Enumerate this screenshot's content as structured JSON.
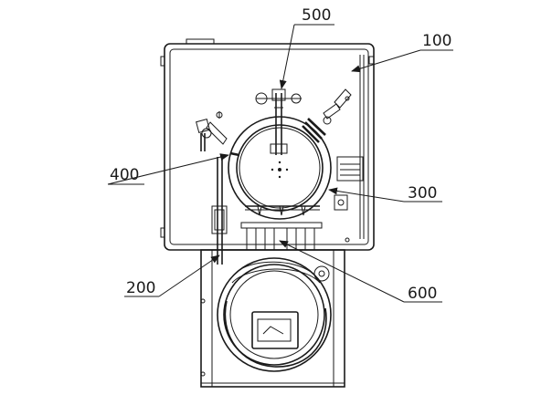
{
  "labels": [
    {
      "id": "500",
      "text": "500"
    },
    {
      "id": "100",
      "text": "100"
    },
    {
      "id": "400",
      "text": "400"
    },
    {
      "id": "300",
      "text": "300"
    },
    {
      "id": "200",
      "text": "200"
    },
    {
      "id": "600",
      "text": "600"
    }
  ]
}
